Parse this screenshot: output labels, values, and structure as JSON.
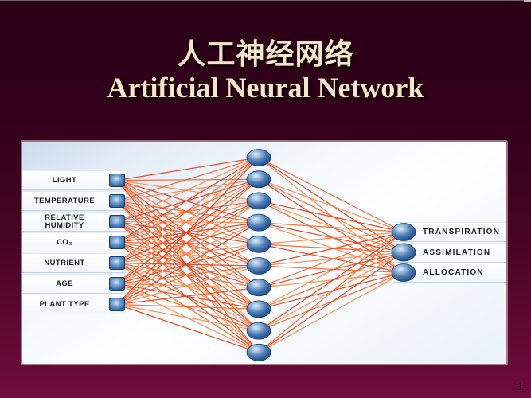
{
  "slide": {
    "title_zh": "人工神经网络",
    "title_en": "Artificial Neural Network",
    "page_number": "1"
  },
  "network": {
    "inputs": [
      "LIGHT",
      "TEMPERATURE",
      "RELATIVE\nHUMIDITY",
      "CO₂",
      "NUTRIENT",
      "AGE",
      "PLANT TYPE"
    ],
    "hidden_count": 10,
    "outputs": [
      "TRANSPIRATION",
      "ASSIMILATION",
      "ALLOCATION"
    ]
  },
  "colors": {
    "background_top": "#2b0015",
    "background_bottom": "#700d3d",
    "title_text": "#f5e6c8",
    "panel_background": "#f5f9fd",
    "node_blue": "#2e5f9e",
    "node_highlight": "#dcebf8",
    "line_colors": [
      "#e33d17",
      "#f4622a",
      "#fc8748"
    ]
  }
}
